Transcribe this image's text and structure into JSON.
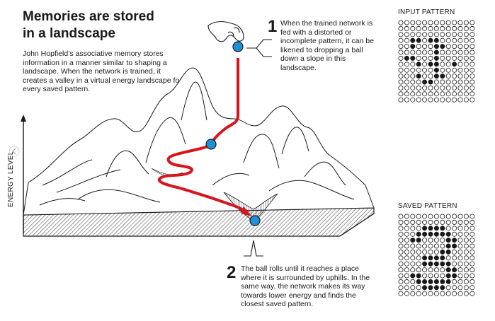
{
  "title": {
    "line1": "Memories are stored",
    "line2": "in a landscape"
  },
  "intro": "John Hopfield’s associative memory stores information in a manner similar to shaping a landscape. When the network is trained, it creates a valley in a virtual energy landscape for every saved pattern.",
  "y_axis_label": "ENERGY LEVEL",
  "steps": [
    {
      "number": "1",
      "text": "When the trained network is fed with a distorted or incomplete pattern, it can be likened to dropping a ball down a slope in this landscape."
    },
    {
      "number": "2",
      "text": "The ball rolls until it reaches a place where it is surrounded by uphills. In the same way, the network makes its way towards lower energy and finds the closest saved pattern."
    }
  ],
  "input_pattern": {
    "title": "INPUT PATTERN",
    "rows": [
      "0000000000000",
      "0000000000000",
      "0000000000000",
      "0011011000000",
      "0010001100000",
      "0000001000000",
      "0110001000000",
      "0001011001000",
      "0000001000000",
      "0001001100000",
      "0000110000000",
      "0000000000000",
      "0000000000000",
      "0000000000000"
    ]
  },
  "saved_pattern": {
    "title": "SAVED PATTERN",
    "rows": [
      "0000000000000",
      "0000000000000",
      "0000111100000",
      "0001111110000",
      "0011000011000",
      "0000000011000",
      "0000000110000",
      "0000111100000",
      "0000111110000",
      "0000000011000",
      "0011000011000",
      "0001111110000",
      "0000111100000",
      "0000000000000"
    ]
  },
  "colors": {
    "ball": "#1f8fd6",
    "path": "#d8141c",
    "ink": "#1a1a1a"
  }
}
